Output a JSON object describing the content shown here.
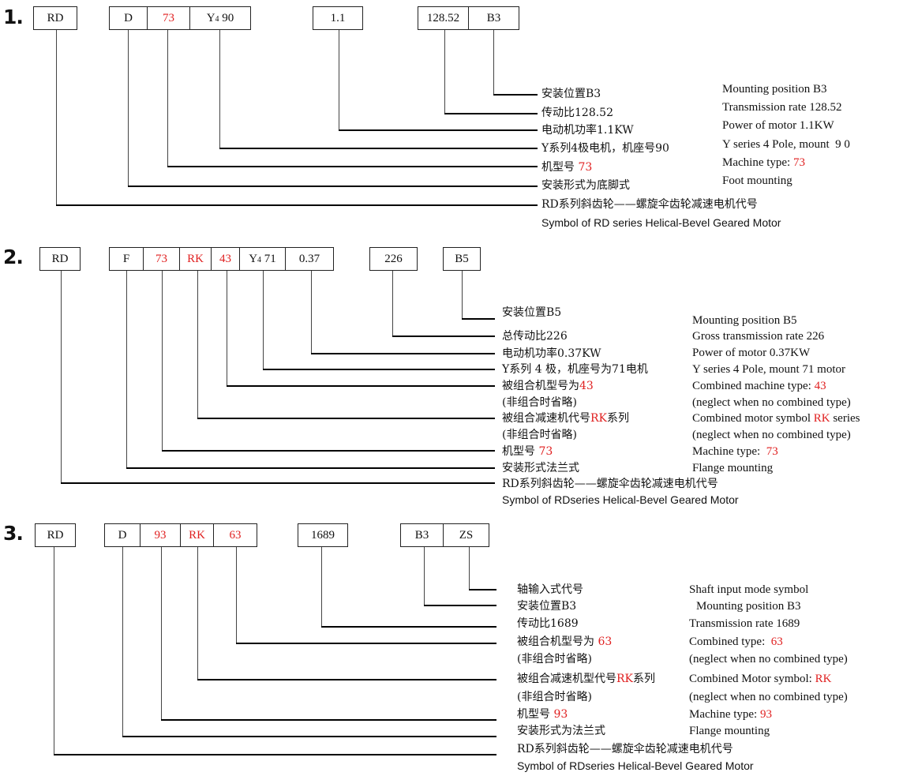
{
  "numbers": [
    "1.",
    "2.",
    "3."
  ],
  "d1": {
    "boxes": {
      "rd": "RD",
      "d": "D",
      "m": "73",
      "ya": "Y",
      "yb": "4",
      "yc": " 90",
      "power": "1.1",
      "ratio": "128.52",
      "pos": "B3"
    },
    "zh": [
      "安装位置B3",
      "传动比128.52",
      "电动机功率1.1KW",
      "Y系列4极电机，机座号90",
      "机型号 ",
      "安装形式为底脚式",
      "RD系列斜齿轮——螺旋伞齿轮减速电机代号"
    ],
    "zh_red": {
      "m": "73"
    },
    "en": [
      "Mounting position B3",
      "Transmission rate 128.52",
      "Power of motor 1.1KW",
      "Y series 4 Pole, mount  9 0",
      "Machine type: ",
      "Foot mounting"
    ],
    "en_red": {
      "m": "73"
    },
    "sym": "Symbol of RD series Helical-Bevel Geared Motor"
  },
  "d2": {
    "boxes": {
      "rd": "RD",
      "f": "F",
      "m": "73",
      "rk": "RK",
      "c": "43",
      "ya": "Y",
      "yb": "4",
      "yc": " 71",
      "power": "0.37",
      "ratio": "226",
      "pos": "B5"
    },
    "zh": [
      "安装位置B5",
      "总传动比226",
      "电动机功率0.37KW",
      "Y系列 4 极，机座号为71电机",
      "被组合机型号为",
      "(非组合时省略)",
      "被组合减速机代号",
      "系列",
      "(非组合时省略)",
      "机型号 ",
      "安装形式法兰式",
      "RD系列斜齿轮——螺旋伞齿轮减速电机代号"
    ],
    "zh_red": {
      "c": "43",
      "rk": "RK",
      "m": "73"
    },
    "en": [
      "Mounting position B5",
      "Gross transmission rate 226",
      "Power of motor 0.37KW",
      "Y series 4 Pole, mount 71 motor",
      "Combined machine type: ",
      "(neglect when no combined type)",
      "Combined motor symbol ",
      "series",
      "(neglect when no combined type)",
      "Machine type:  ",
      "Flange mounting"
    ],
    "en_red": {
      "c": "43",
      "rk": "RK",
      "m": "73"
    },
    "sym": "Symbol of RDseries Helical-Bevel Geared Motor"
  },
  "d3": {
    "boxes": {
      "rd": "RD",
      "d": "D",
      "m": "93",
      "rk": "RK",
      "c": "63",
      "ratio": "1689",
      "pos": "B3",
      "zs": "ZS"
    },
    "zh": [
      "轴输入式代号",
      "安装位置B3",
      "传动比1689",
      "被组合机型号为 ",
      "(非组合时省略)",
      "被组合减速机型代号",
      "系列",
      "(非组合时省略)",
      "机型号 ",
      "安装形式为法兰式",
      "RD系列斜齿轮——螺旋伞齿轮减速电机代号"
    ],
    "zh_red": {
      "c": "63",
      "rk": "RK",
      "m": "93"
    },
    "en": [
      "Shaft input mode symbol",
      "Mounting position B3",
      "Transmission rate 1689",
      "Combined type:  ",
      "(neglect when no combined type)",
      "Combined Motor symbol: ",
      "(neglect when no combined type)",
      "Machine type: ",
      "Flange mounting"
    ],
    "en_red": {
      "c": "63",
      "rk": "RK",
      "m": "93"
    },
    "sym": "Symbol of RDseries Helical-Bevel Geared Motor"
  }
}
